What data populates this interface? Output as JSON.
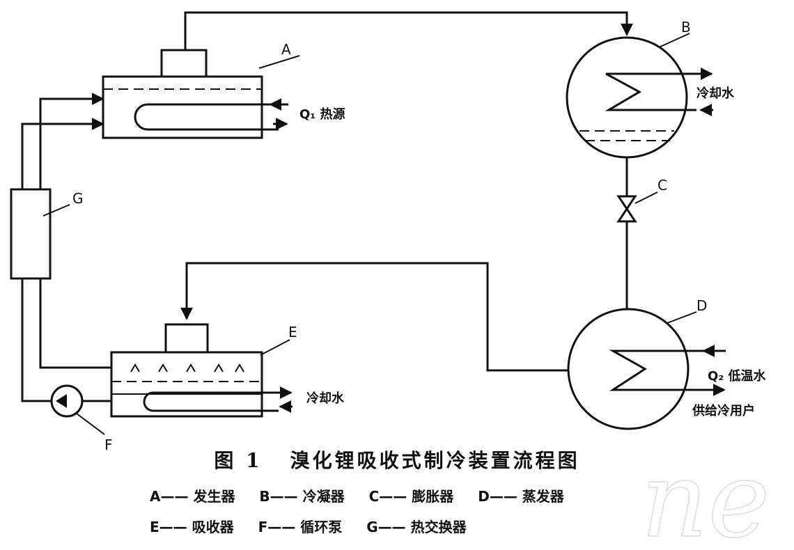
{
  "labels": {
    "A": "A",
    "B": "B",
    "C": "C",
    "D": "D",
    "E": "E",
    "F": "F",
    "G": "G"
  },
  "annotations": {
    "q1_heat_source": "Q₁ 热源",
    "condenser_cooling_water": "冷却水",
    "absorber_cooling_water": "冷却水",
    "q2_low_temp_water": "Q₂ 低温水",
    "supply_to_user": "供给冷用户"
  },
  "caption": {
    "number": "图 1",
    "title": "溴化锂吸收式制冷装置流程图"
  },
  "legend": {
    "row1": [
      "A—— 发生器",
      "B—— 冷凝器",
      "C—— 膨胀器",
      "D—— 蒸发器"
    ],
    "row2": [
      "E—— 吸收器",
      "F—— 循环泵",
      "G—— 热交换器"
    ]
  },
  "watermark": "ne"
}
